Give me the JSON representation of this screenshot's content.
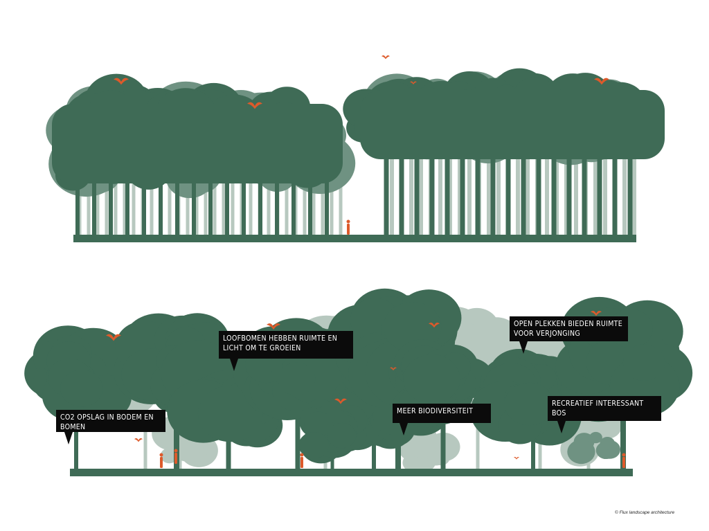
{
  "colors": {
    "tree_dark": "#3f6b56",
    "tree_mid": "#6f9282",
    "tree_light": "#b7c8bf",
    "bird": "#dd5a2b",
    "callout_bg": "#0b0b0b",
    "callout_text": "#ffffff"
  },
  "panels": [
    {
      "id": "top",
      "description_label": ""
    },
    {
      "id": "bottom",
      "description_label": ""
    }
  ],
  "callouts": [
    {
      "id": "co2",
      "text": "CO2 OPSLAG IN BODEM EN BOMEN"
    },
    {
      "id": "loofbomen",
      "text": "LOOFBOMEN HEBBEN RUIMTE EN LICHT OM TE GROEIEN"
    },
    {
      "id": "biodiversiteit",
      "text": "MEER BIODIVERSITEIT"
    },
    {
      "id": "open",
      "text": "OPEN PLEKKEN BIEDEN RUIMTE VOOR VERJONGING"
    },
    {
      "id": "recreatief",
      "text": "RECREATIEF INTERESSANT BOS"
    }
  ],
  "credit": "© Flux landscape architecture"
}
